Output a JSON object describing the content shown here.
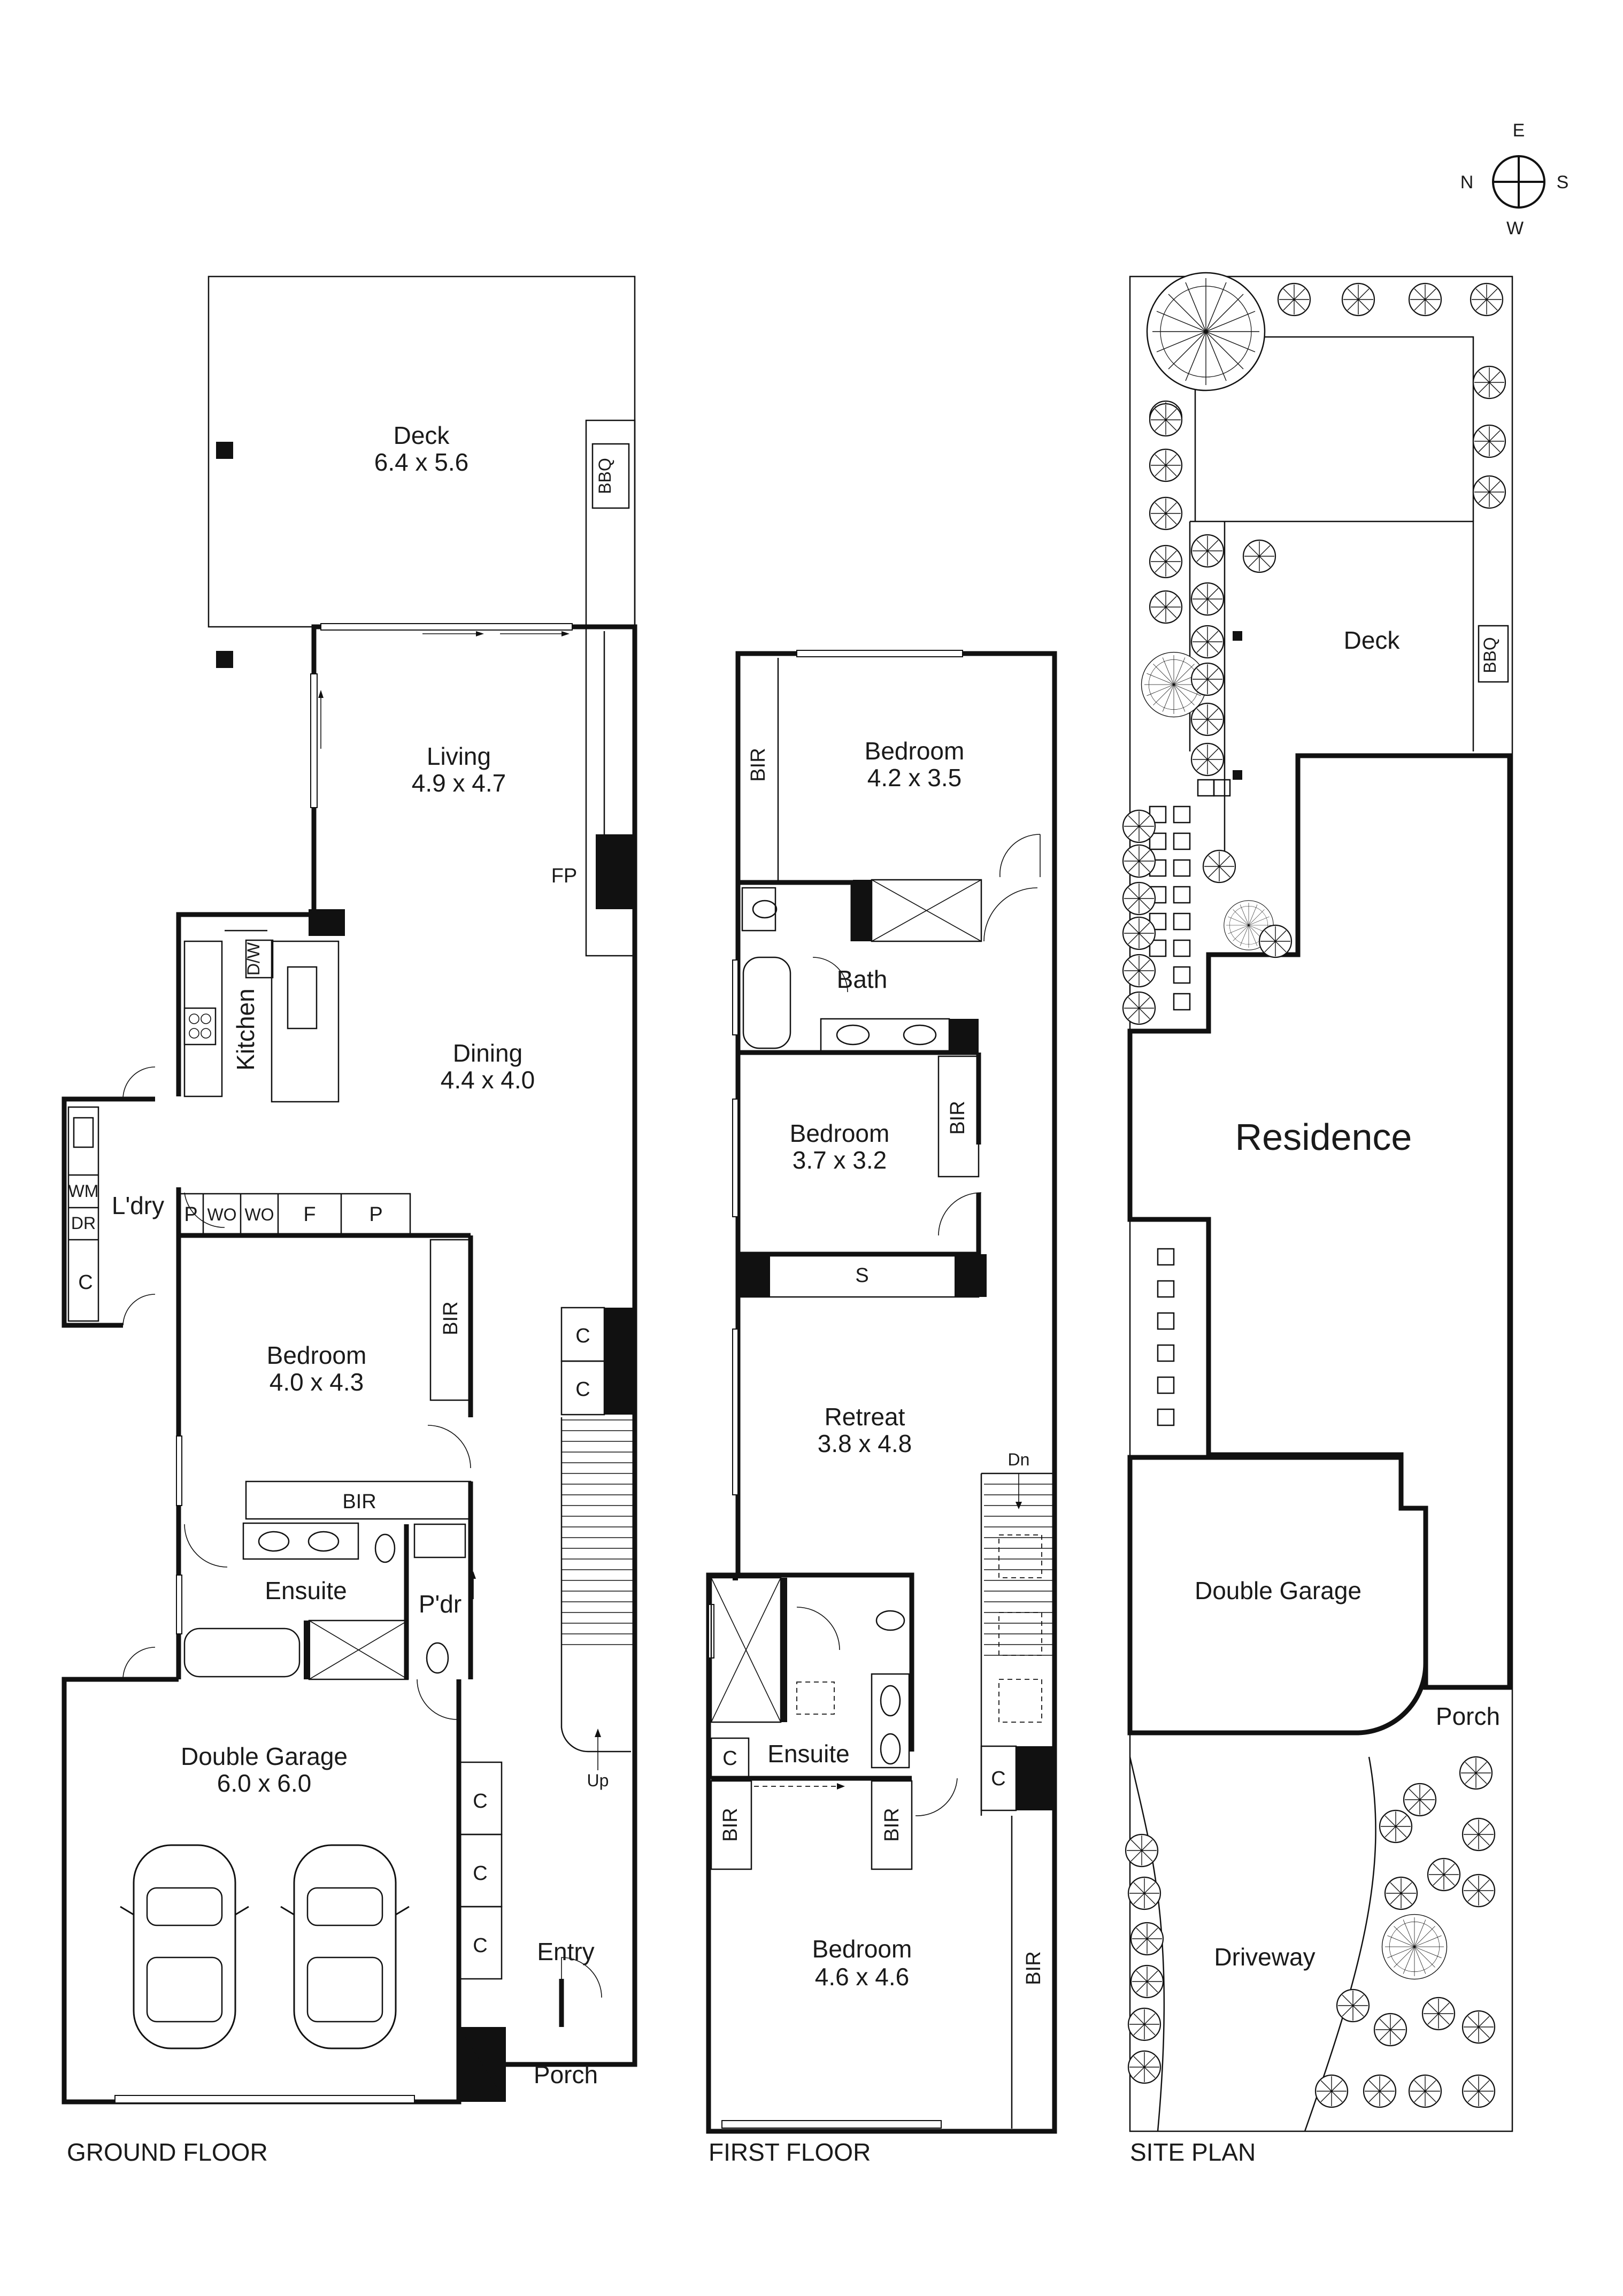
{
  "compass": {
    "n": "N",
    "e": "E",
    "s": "S",
    "w": "W"
  },
  "floors": {
    "ground": "GROUND FLOOR",
    "first": "FIRST FLOOR",
    "site": "SITE PLAN"
  },
  "ground_floor": {
    "deck": {
      "name": "Deck",
      "dims": "6.4 x 5.6"
    },
    "bbq": "BBQ",
    "living": {
      "name": "Living",
      "dims": "4.9 x 4.7"
    },
    "fp": "FP",
    "dining": {
      "name": "Dining",
      "dims": "4.4 x 4.0"
    },
    "kitchen": "Kitchen",
    "dw": "D/W",
    "laundry": "L'dry",
    "wm": "WM",
    "dr": "DR",
    "laundry_cupboard": "C",
    "pantry_1": "P",
    "wo_1": "WO",
    "wo_2": "WO",
    "fridge": "F",
    "pantry_2": "P",
    "bedroom": {
      "name": "Bedroom",
      "dims": "4.0 x 4.3"
    },
    "bir_side": "BIR",
    "bir_bottom": "BIR",
    "ensuite": "Ensuite",
    "powder": "P'dr",
    "hall_cupboard_1": "C",
    "hall_cupboard_2": "C",
    "up": "Up",
    "garage": {
      "name": "Double Garage",
      "dims": "6.0 x 6.0"
    },
    "garage_cupboards": [
      "C",
      "C",
      "C"
    ],
    "entry": "Entry",
    "porch": "Porch"
  },
  "first_floor": {
    "bedroom_1": {
      "name": "Bedroom",
      "dims": "4.2 x 3.5"
    },
    "bir_1": "BIR",
    "bath": "Bath",
    "bedroom_2": {
      "name": "Bedroom",
      "dims": "3.7 x 3.2"
    },
    "bir_2": "BIR",
    "storage": "S",
    "retreat": {
      "name": "Retreat",
      "dims": "3.8 x 4.8"
    },
    "dn": "Dn",
    "ensuite": "Ensuite",
    "ensuite_cupboard": "C",
    "stair_cupboard": "C",
    "bir_3": "BIR",
    "bir_4": "BIR",
    "bedroom_3": {
      "name": "Bedroom",
      "dims": "4.6 x 4.6"
    },
    "bir_5": "BIR"
  },
  "site_plan": {
    "deck": "Deck",
    "bbq": "BBQ",
    "residence": "Residence",
    "garage": "Double Garage",
    "porch": "Porch",
    "driveway": "Driveway"
  }
}
